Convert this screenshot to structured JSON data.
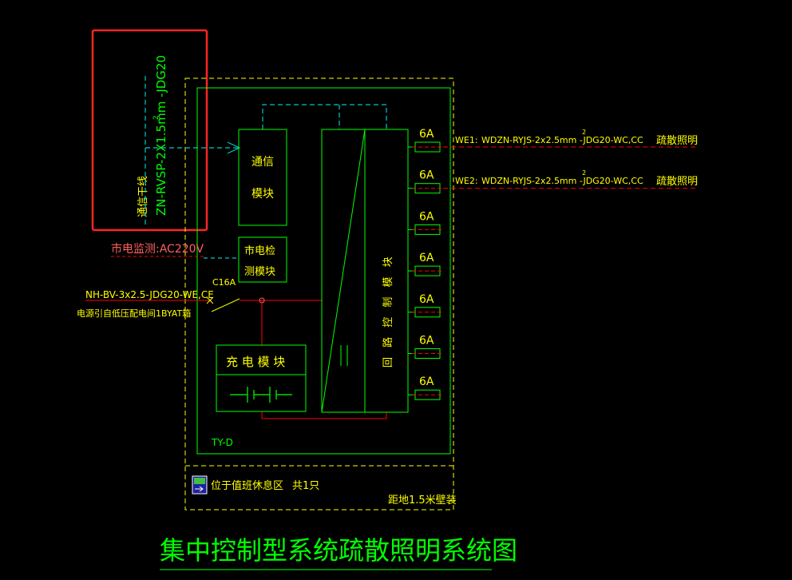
{
  "title": "集中控制型系统疏散照明系统图",
  "comm_trunk": {
    "label": "通信干线",
    "cable": "ZN-RVSP-2X1.5mm -JDG20",
    "superscript": "2"
  },
  "mains_monitor": "市电监测:AC220V",
  "power_feed": {
    "cable": "NH-BV-3x2.5-JDG20-WE,CE",
    "note": "电源引自低压配电间1BYAT箱",
    "breaker": "C16A"
  },
  "modules": {
    "comm": [
      "通信",
      "模块"
    ],
    "mains_detect": [
      "市电检",
      "测模块"
    ],
    "charge": "充 电 模 块",
    "loop_control": "回 路 控 制 模 块"
  },
  "breakers": [
    "6A",
    "6A",
    "6A",
    "6A",
    "6A",
    "6A",
    "6A"
  ],
  "circuits": [
    {
      "id": "WE1:",
      "cable": "WDZN-RYJS-2x2.5mm -JDG20-WC,CC",
      "superscript": "2",
      "load": "疏散照明"
    },
    {
      "id": "WE2:",
      "cable": "WDZN-RYJS-2x2.5mm -JDG20-WC,CC",
      "superscript": "2",
      "load": "疏散照明"
    }
  ],
  "panel": {
    "model": "TY-D",
    "location": "位于值班休息区",
    "quantity": "共1只",
    "mounting": "距地1.5米壁装"
  },
  "colors": {
    "frame": "#00ff00",
    "outer_dash": "#ffff00",
    "comm_line": "#00c8c8",
    "feeder": "#ff0000",
    "highlight": "#ff2020",
    "title": "#00ff00"
  }
}
